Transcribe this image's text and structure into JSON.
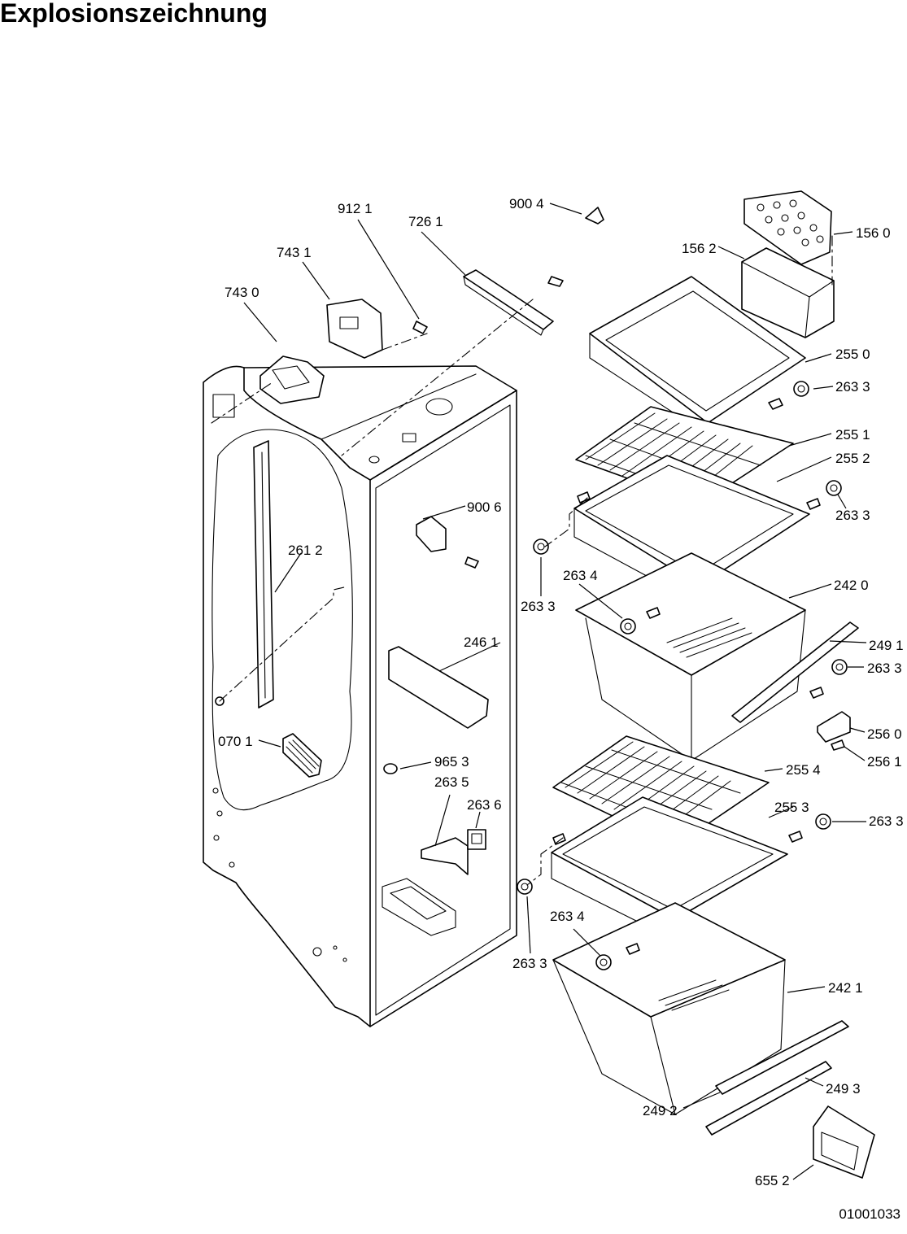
{
  "title": "Explosionszeichnung",
  "document_number": "01001033",
  "callouts": [
    {
      "id": "c-7431",
      "text": "743 1"
    },
    {
      "id": "c-7430",
      "text": "743 0"
    },
    {
      "id": "c-9121",
      "text": "912 1"
    },
    {
      "id": "c-7261",
      "text": "726 1"
    },
    {
      "id": "c-9004",
      "text": "900 4"
    },
    {
      "id": "c-1562",
      "text": "156 2"
    },
    {
      "id": "c-1560",
      "text": "156 0"
    },
    {
      "id": "c-2550",
      "text": "255 0"
    },
    {
      "id": "c-2633a",
      "text": "263 3"
    },
    {
      "id": "c-2551",
      "text": "255 1"
    },
    {
      "id": "c-2552",
      "text": "255 2"
    },
    {
      "id": "c-2633b",
      "text": "263 3"
    },
    {
      "id": "c-9006",
      "text": "900 6"
    },
    {
      "id": "c-2612",
      "text": "261 2"
    },
    {
      "id": "c-2634a",
      "text": "263 4"
    },
    {
      "id": "c-2633c",
      "text": "263 3"
    },
    {
      "id": "c-2420",
      "text": "242 0"
    },
    {
      "id": "c-2461",
      "text": "246 1"
    },
    {
      "id": "c-2491",
      "text": "249 1"
    },
    {
      "id": "c-2633d",
      "text": "263 3"
    },
    {
      "id": "c-2560",
      "text": "256 0"
    },
    {
      "id": "c-0701",
      "text": "070 1"
    },
    {
      "id": "c-2561",
      "text": "256 1"
    },
    {
      "id": "c-9653",
      "text": "965 3"
    },
    {
      "id": "c-2554",
      "text": "255 4"
    },
    {
      "id": "c-2635",
      "text": "263 5"
    },
    {
      "id": "c-2636",
      "text": "263 6"
    },
    {
      "id": "c-2553",
      "text": "255 3"
    },
    {
      "id": "c-2633e",
      "text": "263 3"
    },
    {
      "id": "c-2634b",
      "text": "263 4"
    },
    {
      "id": "c-2633f",
      "text": "263 3"
    },
    {
      "id": "c-2421",
      "text": "242 1"
    },
    {
      "id": "c-2493",
      "text": "249 3"
    },
    {
      "id": "c-2492",
      "text": "249 2"
    },
    {
      "id": "c-6552",
      "text": "655 2"
    }
  ]
}
